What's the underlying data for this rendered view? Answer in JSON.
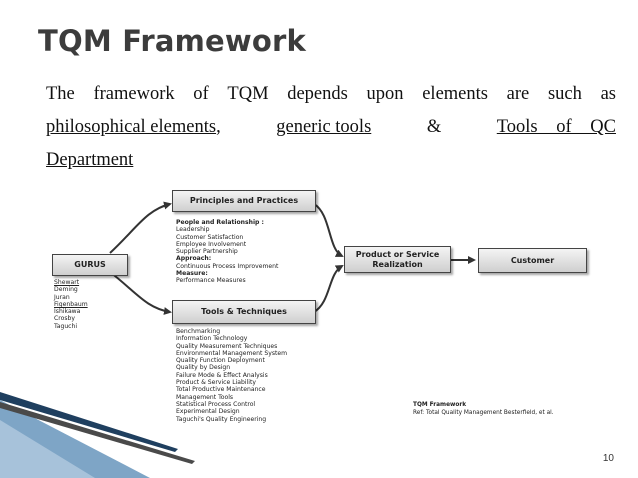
{
  "slide": {
    "title": "TQM Framework",
    "intro": {
      "line1_words": [
        "The",
        "framework",
        "of",
        "TQM",
        "depends",
        "upon",
        "elements",
        "are",
        "such",
        "as"
      ],
      "phil": "philosophical elements",
      "comma": ",",
      "generic": "generic tools",
      "amp": "&",
      "tools_qc": "Tools of QC",
      "department": "Department"
    },
    "page_number": "10"
  },
  "diagram": {
    "gurus_box": "GURUS",
    "gurus": [
      "Shewart",
      "Deming",
      "Juran",
      "Figenbaum",
      "Ishikawa",
      "Crosby",
      "Taguchi"
    ],
    "principles_box": "Principles and Practices",
    "principles_items": [
      {
        "text": "People and Relationship :",
        "bold": true
      },
      {
        "text": "Leadership",
        "bold": false
      },
      {
        "text": "Customer Satisfaction",
        "bold": false
      },
      {
        "text": "Employee Involvement",
        "bold": false
      },
      {
        "text": "Supplier Partnership",
        "bold": false
      },
      {
        "text": "Approach:",
        "bold": true
      },
      {
        "text": "Continuous Process Improvement",
        "bold": false
      },
      {
        "text": "Measure:",
        "bold": true
      },
      {
        "text": "Performance Measures",
        "bold": false
      }
    ],
    "tools_box": "Tools & Techniques",
    "tools_items": [
      "Benchmarking",
      "Information Technology",
      "Quality Measurement Techniques",
      "Environmental Management System",
      "Quality Function Deployment",
      "Quality by Design",
      "Failure Mode & Effect Analysis",
      "Product & Service Liability",
      "Total Productive Maintenance",
      "Management Tools",
      "Statistical Process Control",
      "Experimental Design",
      "Taguchi's Quality Engineering"
    ],
    "product_box_line1": "Product or Service",
    "product_box_line2": "Realization",
    "customer_box": "Customer",
    "ref_title": "TQM Framework",
    "ref_text": "Ref: Total Quality Management Besterfield, et al."
  }
}
